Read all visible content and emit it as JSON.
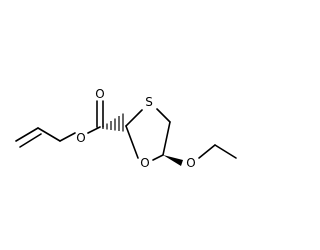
{
  "atoms": {
    "carbonyl_oxygen": "O",
    "ring_sulfur": "S",
    "ester_oxygen": "O",
    "ring_oxygen": "O",
    "ether_oxygen": "O"
  },
  "colors": {
    "bond": "#000000",
    "background": "#ffffff"
  }
}
